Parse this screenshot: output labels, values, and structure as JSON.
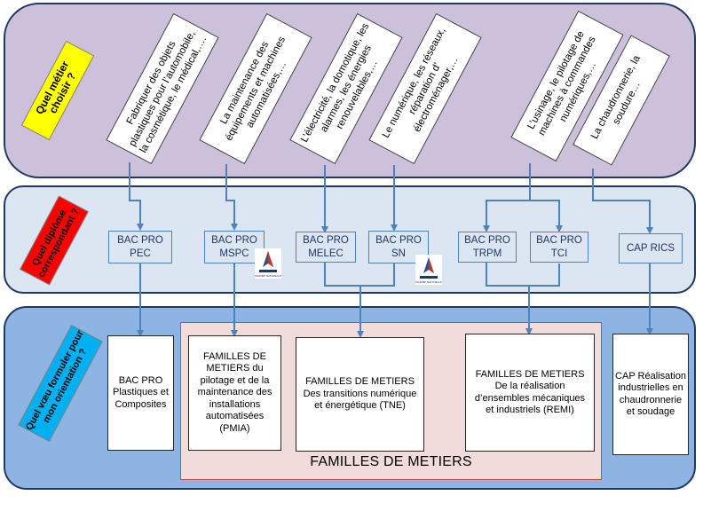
{
  "rows": {
    "row1_label": "Quel métier choisir ?",
    "row2_label": "Quel diplôme correspondant ?",
    "row3_label": "Quel vœu formuler pour mon orientation ?"
  },
  "metiers": [
    "Fabriquer des objets plastiques pour l’automobile, la cosmétique, le médical,….",
    "La maintenance des équipements et machines automatisées,…",
    "L’électricité, la domotique, les alarmes, les énergies renouvelables,…",
    "Le numérique, les réseaux, réparation d’ électroménager,…",
    "L’usinage, le pilotage de machines à commandes numériques,…",
    "La chaudronnerie, la soudure…"
  ],
  "diplomes": [
    {
      "line1": "BAC PRO",
      "line2": "PEC"
    },
    {
      "line1": "BAC PRO",
      "line2": "MSPC"
    },
    {
      "line1": "BAC PRO",
      "line2": "MELEC"
    },
    {
      "line1": "BAC PRO",
      "line2": "SN"
    },
    {
      "line1": "BAC PRO",
      "line2": "TRPM"
    },
    {
      "line1": "BAC PRO",
      "line2": "TCI"
    },
    {
      "line1": "CAP RICS",
      "line2": ""
    }
  ],
  "logos": {
    "text1": "MARINE NATIONALE",
    "text2": "MARINE NATIONALE"
  },
  "familles": [
    "BAC PRO Plastiques et Composites",
    "FAMILLES DE METIERS du pilotage et de la maintenance des installations automatisées (PMIA)",
    "FAMILLES DE METIERS Des transitions numérique et énergétique (TNE)",
    "FAMILLES DE METIERS De la réalisation d’ensembles mécaniques et industriels (REMI)",
    "CAP Réalisation industrielles en chaudronnerie et soudage"
  ],
  "familles_title": "FAMILLES DE METIERS",
  "colors": {
    "row1": "#ccc0da",
    "row2": "#dce6f2",
    "row3": "#8eb4e3",
    "label1": "#ffff00",
    "label2": "#ff0000",
    "label3": "#00b0f0",
    "arrow": "#4f81bd",
    "container": "#f2dcdb"
  }
}
